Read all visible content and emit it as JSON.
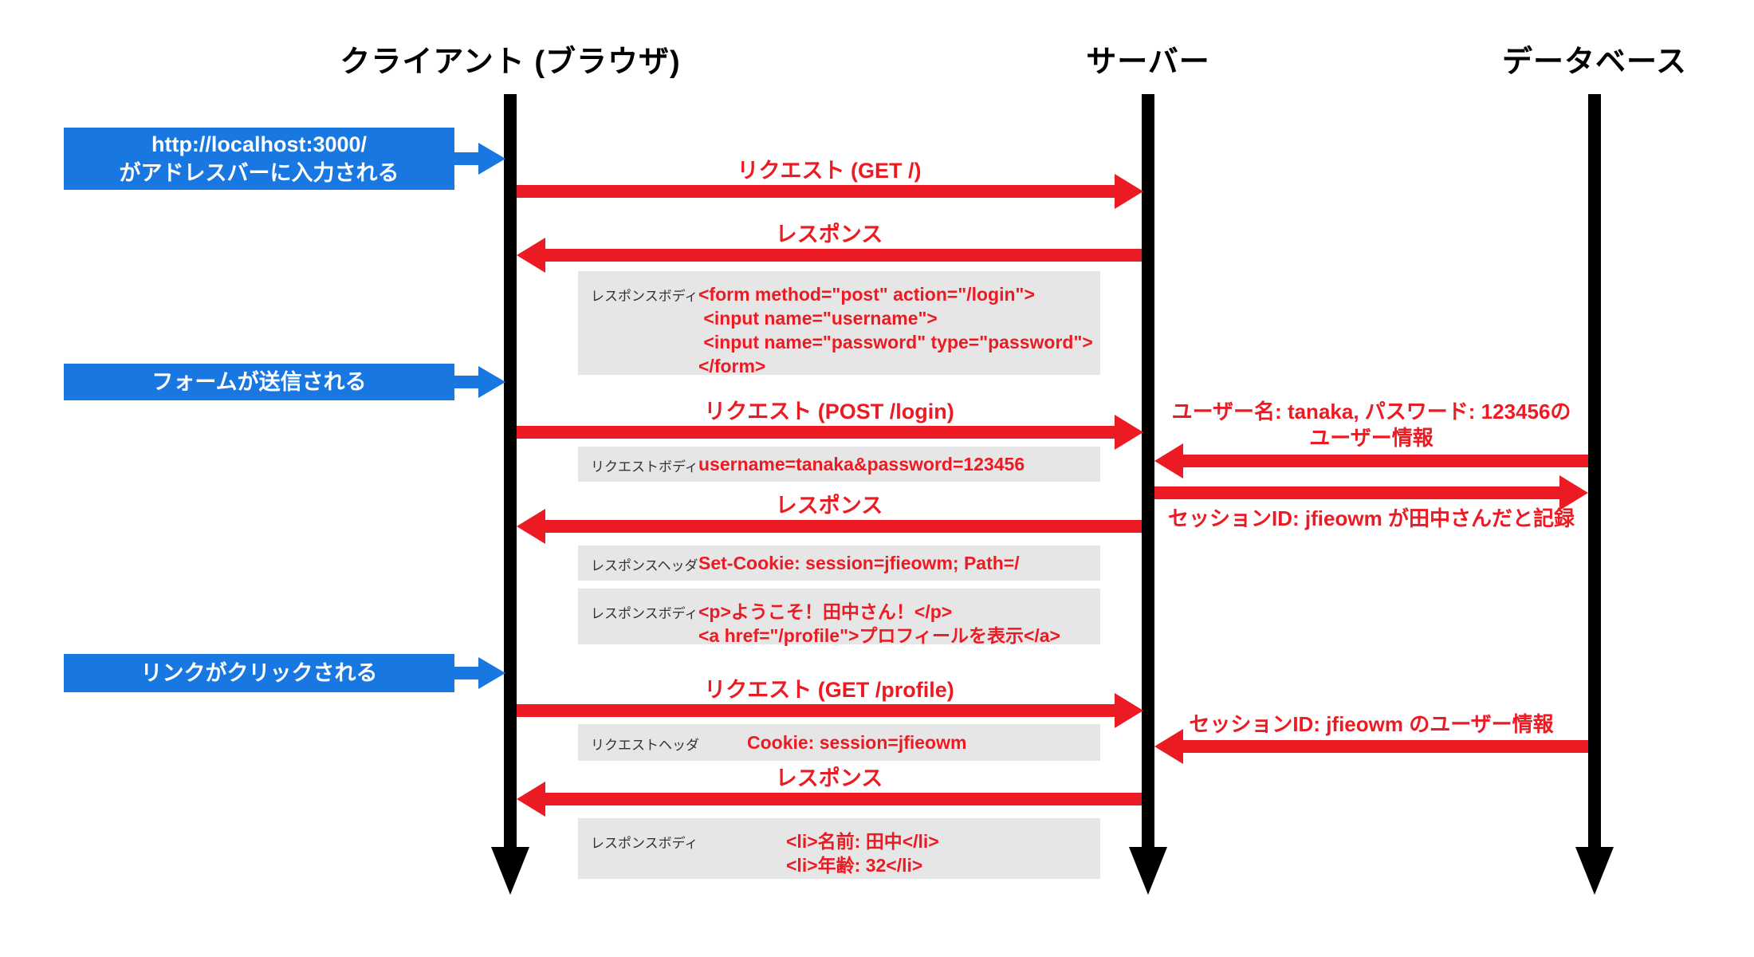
{
  "actors": [
    {
      "label": "クライアント (ブラウザ)"
    },
    {
      "label": "サーバー"
    },
    {
      "label": "データベース"
    }
  ],
  "events": [
    {
      "line1": "http://localhost:3000/",
      "line2": "がアドレスバーに入力される"
    },
    {
      "line1": "フォームが送信される"
    },
    {
      "line1": "リンクがクリックされる"
    }
  ],
  "messages": [
    {
      "label": "リクエスト (GET /)",
      "direction": "client-to-server"
    },
    {
      "label": "レスポンス",
      "direction": "server-to-client"
    },
    {
      "label": "リクエスト (POST /login)",
      "direction": "client-to-server"
    },
    {
      "label": "レスポンス",
      "direction": "server-to-client"
    },
    {
      "label": "リクエスト (GET /profile)",
      "direction": "client-to-server"
    },
    {
      "label": "レスポンス",
      "direction": "server-to-client"
    }
  ],
  "db_messages": {
    "user_info_line1": "ユーザー名: tanaka, パスワード: 123456の",
    "user_info_line2": "ユーザー情報",
    "session_record": "セッションID: jfieowm が田中さんだと記録",
    "session_lookup": "セッションID: jfieowm のユーザー情報"
  },
  "code_boxes": [
    {
      "label": "レスポンスボディ",
      "lines": [
        "<form method=\"post\" action=\"/login\">",
        " <input name=\"username\">",
        " <input name=\"password\" type=\"password\">",
        "</form>"
      ]
    },
    {
      "label": "リクエストボディ",
      "lines": [
        "username=tanaka&password=123456"
      ]
    },
    {
      "label": "レスポンスヘッダ",
      "lines": [
        "Set-Cookie: session=jfieowm; Path=/"
      ]
    },
    {
      "label": "レスポンスボディ",
      "lines": [
        "<p>ようこそ！田中さん！</p>",
        "<a href=\"/profile\">プロフィールを表示</a>"
      ]
    },
    {
      "label": "リクエストヘッダ",
      "lines": [
        "Cookie: session=jfieowm"
      ]
    },
    {
      "label": "レスポンスボディ",
      "lines": [
        "<li>名前: 田中</li>",
        "<li>年齢: 32</li>"
      ]
    }
  ],
  "colors": {
    "arrow_red": "#EC1B23",
    "event_blue": "#1877E0",
    "lifeline_black": "#000000",
    "code_box_gray": "#E6E6E6"
  }
}
